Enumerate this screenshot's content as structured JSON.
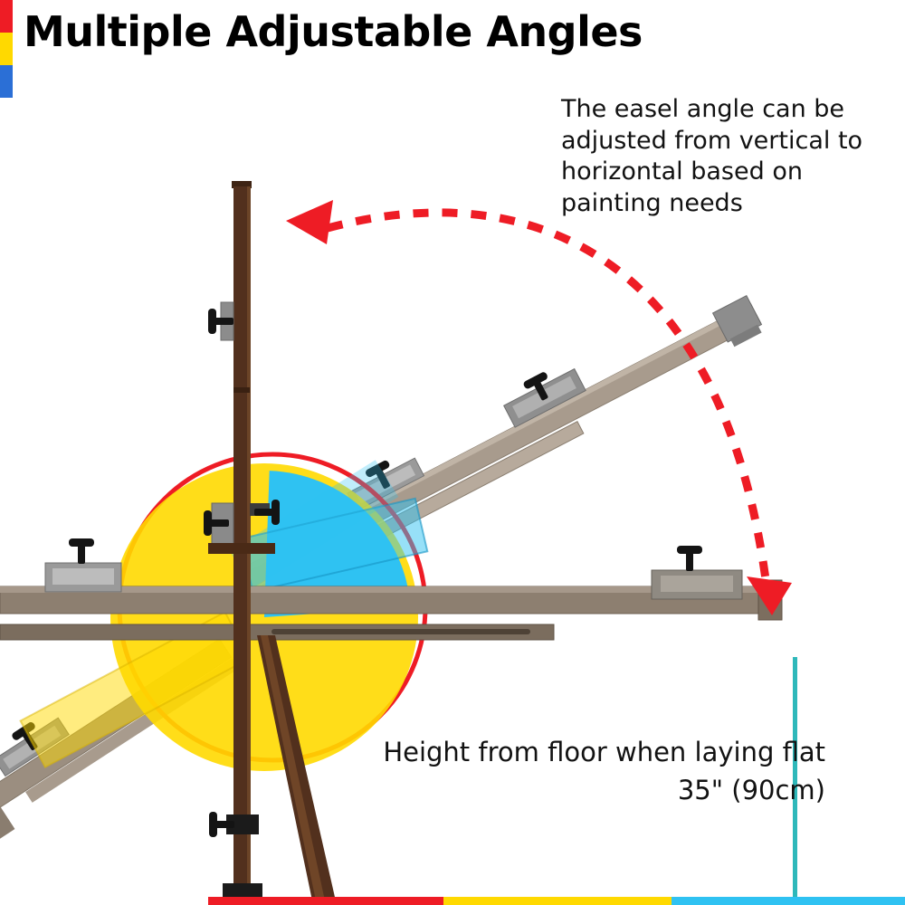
{
  "title": "Multiple Adjustable Angles",
  "annotations": {
    "angle_note": "The easel angle can be adjusted from vertical to horizontal based on painting needs",
    "height_note_line1": "Height from floor when laying flat",
    "height_note_line2": "35\" (90cm)"
  },
  "colors": {
    "red": "#ee1c25",
    "yellow": "#ffd900",
    "cyan": "#2fc2f2",
    "teal": "#2eb8ba",
    "corner_blue": "#2b6fd6",
    "text": "#121212",
    "background": "#ffffff",
    "wood_dark": "#52301d",
    "wood_mid": "#6b4427",
    "wood_tan": "#8d7f70",
    "ghost_gray": "#a89b8d",
    "metal_gray": "#9a9a9a",
    "knob_black": "#141414"
  },
  "icons": {
    "arrow": "red-dashed-arrow",
    "diagram": "easel-diagram",
    "circle": "highlight-circle",
    "knob": "knob-icon"
  }
}
